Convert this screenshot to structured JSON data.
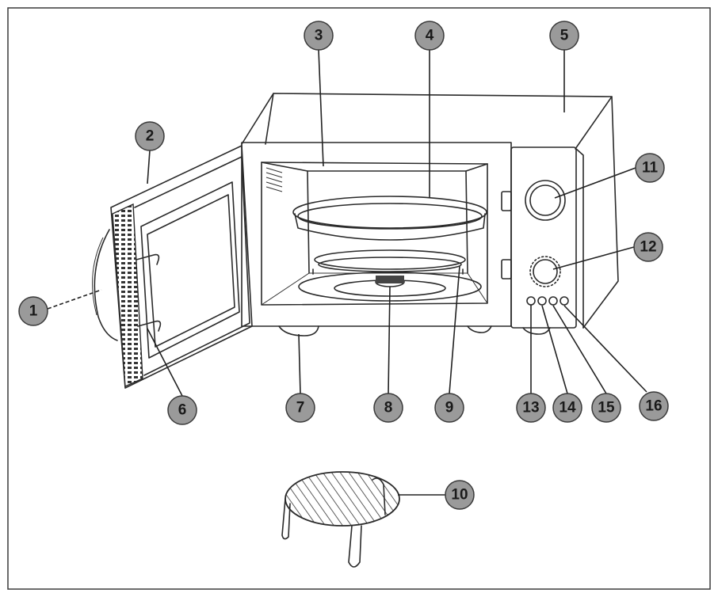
{
  "callouts": [
    {
      "id": "1",
      "label": "1"
    },
    {
      "id": "2",
      "label": "2"
    },
    {
      "id": "3",
      "label": "3"
    },
    {
      "id": "4",
      "label": "4"
    },
    {
      "id": "5",
      "label": "5"
    },
    {
      "id": "6",
      "label": "6"
    },
    {
      "id": "7",
      "label": "7"
    },
    {
      "id": "8",
      "label": "8"
    },
    {
      "id": "9",
      "label": "9"
    },
    {
      "id": "10",
      "label": "10"
    },
    {
      "id": "11",
      "label": "11"
    },
    {
      "id": "12",
      "label": "12"
    },
    {
      "id": "13",
      "label": "13"
    },
    {
      "id": "14",
      "label": "14"
    },
    {
      "id": "15",
      "label": "15"
    },
    {
      "id": "16",
      "label": "16"
    }
  ],
  "colors": {
    "badge_fill": "#9a9a9a",
    "line": "#2a2a2a",
    "background": "#ffffff"
  }
}
